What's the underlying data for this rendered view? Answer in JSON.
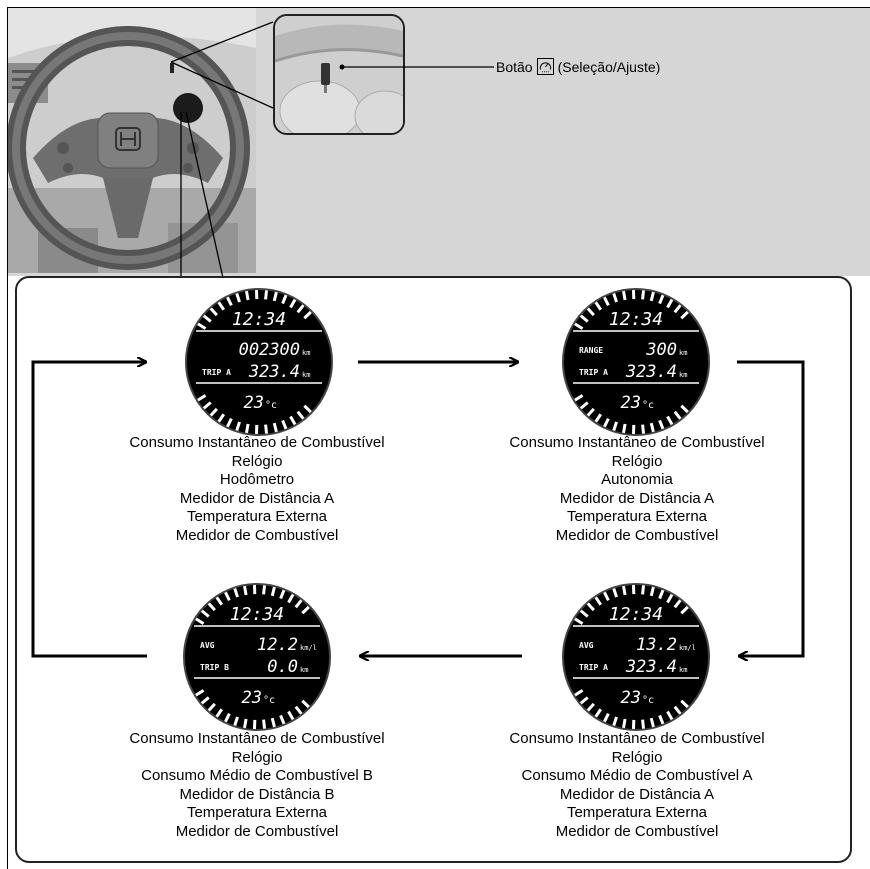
{
  "callout": {
    "prefix": "Botão",
    "suffix": "(Seleção/Ajuste)",
    "icon": "gauge-dial-icon"
  },
  "screens": [
    {
      "id": "screen-1",
      "clock": "12:34",
      "row1_label": "",
      "row1_value": "002300",
      "row1_unit": "km",
      "row2_label": "TRIP A",
      "row2_value": "323.4",
      "row2_unit": "km",
      "temp": "23",
      "temp_unit": "°c",
      "caption": [
        "Consumo Instantâneo de Combustível",
        "Relógio",
        "Hodômetro",
        "Medidor de Distância A",
        "Temperatura Externa",
        "Medidor de Combustível"
      ]
    },
    {
      "id": "screen-2",
      "clock": "12:34",
      "row1_label": "RANGE",
      "row1_value": "300",
      "row1_unit": "km",
      "row2_label": "TRIP A",
      "row2_value": "323.4",
      "row2_unit": "km",
      "temp": "23",
      "temp_unit": "°c",
      "caption": [
        "Consumo Instantâneo de Combustível",
        "Relógio",
        "Autonomia",
        "Medidor de Distância A",
        "Temperatura Externa",
        "Medidor de Combustível"
      ]
    },
    {
      "id": "screen-3",
      "clock": "12:34",
      "row1_label": "AVG",
      "row1_value": "13.2",
      "row1_unit": "km/l",
      "row2_label": "TRIP A",
      "row2_value": "323.4",
      "row2_unit": "km",
      "temp": "23",
      "temp_unit": "°c",
      "caption": [
        "Consumo Instantâneo de Combustível",
        "Relógio",
        "Consumo Médio de Combustível A",
        "Medidor de Distância A",
        "Temperatura Externa",
        "Medidor de Combustível"
      ]
    },
    {
      "id": "screen-4",
      "clock": "12:34",
      "row1_label": "AVG",
      "row1_value": "12.2",
      "row1_unit": "km/l",
      "row2_label": "TRIP B",
      "row2_value": "0.0",
      "row2_unit": "km",
      "temp": "23",
      "temp_unit": "°c",
      "caption": [
        "Consumo Instantâneo de Combustível",
        "Relógio",
        "Consumo Médio de Combustível B",
        "Medidor de Distância B",
        "Temperatura Externa",
        "Medidor de Combustível"
      ]
    }
  ],
  "colors": {
    "display_bg": "#000000",
    "display_fg": "#ffffff",
    "frame_gray": "#d6d6d6",
    "line": "#000000"
  }
}
